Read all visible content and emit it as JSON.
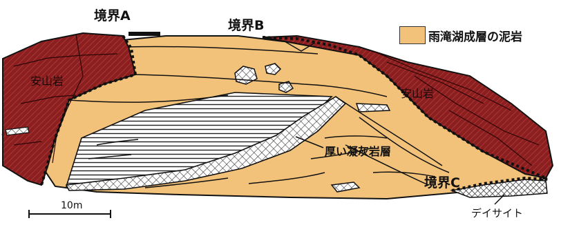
{
  "boundaries": {
    "a": "境界A",
    "b": "境界B",
    "c": "境界C"
  },
  "legend": {
    "label": "雨滝湖成層の泥岩",
    "color": "#f2c27a"
  },
  "rocks": {
    "andesite_left": "安山岩",
    "andesite_right": "安山岩",
    "tuff": "厚い凝灰岩層",
    "dacite": "デイサイト"
  },
  "scale": {
    "label": "10m"
  },
  "colors": {
    "andesite": "#8b1e1e",
    "mudstone": "#f2c27a",
    "outline": "#111111"
  }
}
